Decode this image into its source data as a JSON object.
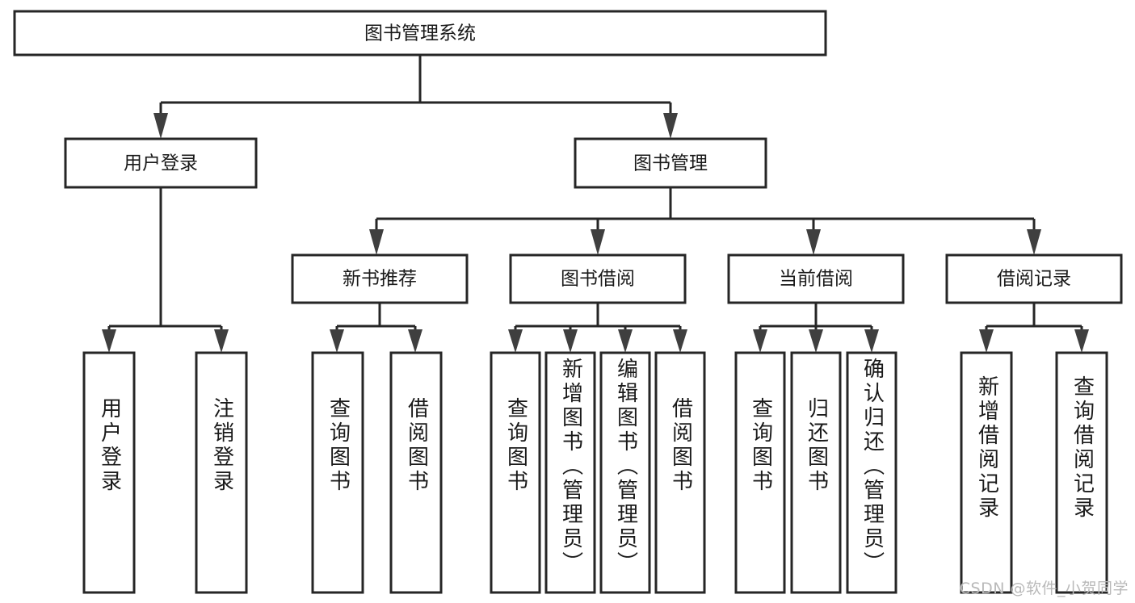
{
  "diagram": {
    "type": "tree",
    "title": "图书管理系统",
    "orientation": "top-down",
    "colors": {
      "box_fill": "#ffffff",
      "box_stroke": "#262626",
      "text": "#1a1a1a",
      "arrow": "#3f3f3f",
      "background": "#ffffff",
      "watermark": "#b9b9b9"
    },
    "root": {
      "label": "图书管理系统"
    },
    "level2": [
      {
        "label": "用户登录"
      },
      {
        "label": "图书管理"
      }
    ],
    "level3": [
      {
        "label": "新书推荐"
      },
      {
        "label": "图书借阅"
      },
      {
        "label": "当前借阅"
      },
      {
        "label": "借阅记录"
      }
    ],
    "leaves_user_login": [
      {
        "label": "用户登录"
      },
      {
        "label": "注销登录"
      }
    ],
    "leaves_new_books": [
      {
        "label": "查询图书"
      },
      {
        "label": "借阅图书"
      }
    ],
    "leaves_borrow": [
      {
        "label": "查询图书"
      },
      {
        "label": "新增图书（管理员）"
      },
      {
        "label": "编辑图书（管理员）"
      },
      {
        "label": "借阅图书"
      }
    ],
    "leaves_current": [
      {
        "label": "查询图书"
      },
      {
        "label": "归还图书"
      },
      {
        "label": "确认归还（管理员）"
      }
    ],
    "leaves_records": [
      {
        "label": "新增借阅记录"
      },
      {
        "label": "查询借阅记录"
      }
    ]
  },
  "watermark": {
    "text": "CSDN @软件_小贺同学"
  }
}
